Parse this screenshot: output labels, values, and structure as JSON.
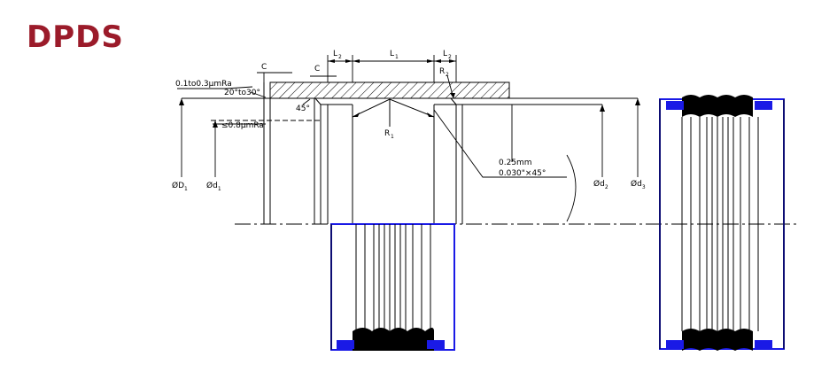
{
  "brand": {
    "logo_text": "DPDS",
    "logo_color": "#9b1b2a"
  },
  "drawing": {
    "labels": {
      "chamfer_c": "C",
      "l2": "L",
      "l2_sub": "2",
      "l1": "L",
      "l1_sub": "1",
      "r2": "R",
      "r2_sub": "2",
      "r1": "R",
      "r1_sub": "1",
      "surface_finish_1": "0.1to0.3μmRa",
      "angle_range": "20°to30°",
      "angle_45": "45°",
      "surface_finish_2": "≤0.8μmRa",
      "chamfer_mm": "0.25mm",
      "chamfer_in": "0.030\"×45°",
      "diameter_prefix": "Ø",
      "d_upper": "D",
      "d_lower": "d",
      "sub_1": "1",
      "sub_2": "2",
      "sub_3": "3"
    },
    "colors": {
      "line": "#000000",
      "seal_outline": "#1a1ae6",
      "seal_fill": "#000000"
    }
  }
}
